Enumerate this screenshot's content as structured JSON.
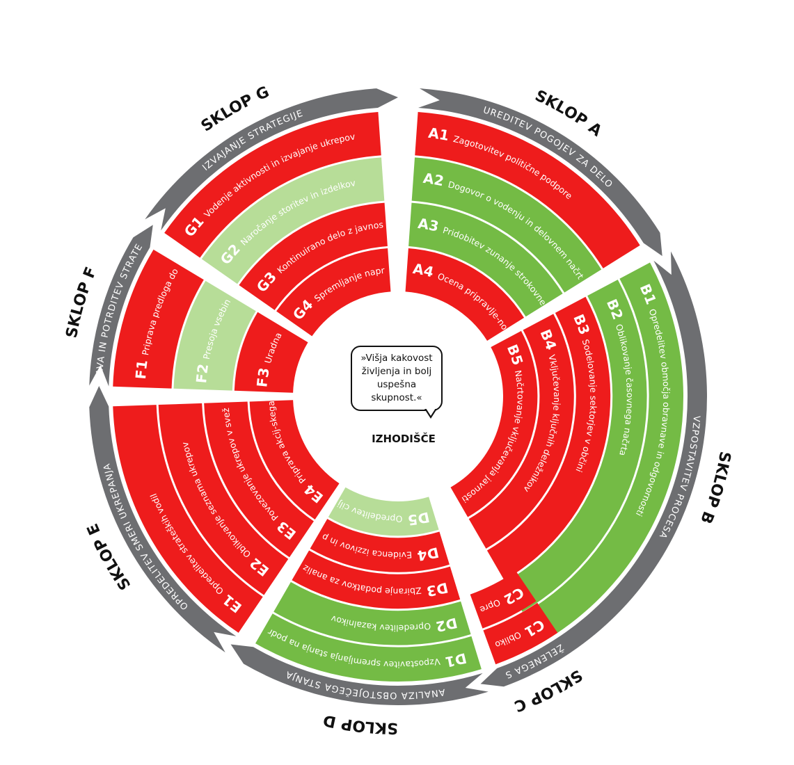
{
  "center": {
    "quote": "»Višja kakovost življenja in bolj uspešna skupnost.«",
    "label": "IZHODIŠČE"
  },
  "colors": {
    "red": "#ee1c1c",
    "green": "#74bb45",
    "light_green": "#b7dd98",
    "gray": "#6d6e71"
  },
  "clusters": [
    {
      "id": "A",
      "title": "SKLOP A",
      "band": "UREDITEV POGOJEV ZA DELO",
      "steps": [
        {
          "code": "A1",
          "label": "Zagotovitev politične podpore",
          "color": "red"
        },
        {
          "code": "A2",
          "label": "Dogovor o vodenju in delovnem načrtu",
          "color": "green"
        },
        {
          "code": "A3",
          "label": "Pridobitev zunanje strokovne podpore",
          "color": "green"
        },
        {
          "code": "A4",
          "label": "Ocena pripravlje-nosti občine",
          "color": "red"
        }
      ]
    },
    {
      "id": "B",
      "title": "SKLOP B",
      "band": "VZPOSTAVITEV PROCESA",
      "steps": [
        {
          "code": "B1",
          "label": "Opredelitev območja obravnave in odgovornosti",
          "color": "green"
        },
        {
          "code": "B2",
          "label": "Oblikovanje časovnega načrta",
          "color": "green"
        },
        {
          "code": "B3",
          "label": "Sodelovanje sektorjev v občini",
          "color": "red"
        },
        {
          "code": "B4",
          "label": "Vključevanje ključnih deležnikov",
          "color": "red"
        },
        {
          "code": "B5",
          "label": "Načrtovanje vključevanja javnosti",
          "color": "red"
        }
      ]
    },
    {
      "id": "C",
      "title": "SKLOP C",
      "band": "ORIS ŽELENEGA STANJA",
      "steps": [
        {
          "code": "C1",
          "label": "Oblikovanje vizije",
          "color": "red"
        },
        {
          "code": "C2",
          "label": "Opredelitev ciljev",
          "color": "red"
        }
      ]
    },
    {
      "id": "D",
      "title": "SKLOP D",
      "band": "ANALIZA OBSTOJEČEGA STANJA",
      "steps": [
        {
          "code": "D1",
          "label": "Vzpostavitev spremljanja stanja na področju prometa",
          "color": "green"
        },
        {
          "code": "D2",
          "label": "Opredelitev kazalnikov",
          "color": "green"
        },
        {
          "code": "D3",
          "label": "Zbiranje podatkov za analizo stanja",
          "color": "red"
        },
        {
          "code": "D4",
          "label": "Evidenca izzivov in priložnosti",
          "color": "red"
        },
        {
          "code": "D5",
          "label": "Opredelitev ciljnih vrednosti",
          "color": "light_green"
        }
      ]
    },
    {
      "id": "E",
      "title": "SKLOP E",
      "band": "OPREDELITEV SMERI UKREPANJA",
      "steps": [
        {
          "code": "E1",
          "label": "Opredelitev strateških vodil",
          "color": "red"
        },
        {
          "code": "E2",
          "label": "Oblikovanje seznama ukrepov",
          "color": "red"
        },
        {
          "code": "E3",
          "label": "Povezovanje ukrepov v svežnje",
          "color": "red"
        },
        {
          "code": "E4",
          "label": "Priprava akcij-skega načrta",
          "color": "red"
        }
      ]
    },
    {
      "id": "F",
      "title": "SKLOP F",
      "band": "PRIPRAVA IN POTRDITEV STRATEGIJE",
      "steps": [
        {
          "code": "F1",
          "label": "Priprava predloga dokumenta",
          "color": "red"
        },
        {
          "code": "F2",
          "label": "Presoja vsebine dokumenta",
          "color": "light_green"
        },
        {
          "code": "F3",
          "label": "Uradna potrdi-tev Strategije",
          "color": "red"
        }
      ]
    },
    {
      "id": "G",
      "title": "SKLOP G",
      "band": "IZVAJANJE STRATEGIJE",
      "steps": [
        {
          "code": "G1",
          "label": "Vodenje aktivnosti in izvajanje ukrepov",
          "color": "red"
        },
        {
          "code": "G2",
          "label": "Naročanje storitev in izdelkov",
          "color": "light_green"
        },
        {
          "code": "G3",
          "label": "Kontinuirano delo z javnostmi",
          "color": "red"
        },
        {
          "code": "G4",
          "label": "Spremljanje napredka in prilagajanje oviram",
          "color": "red"
        }
      ]
    }
  ]
}
